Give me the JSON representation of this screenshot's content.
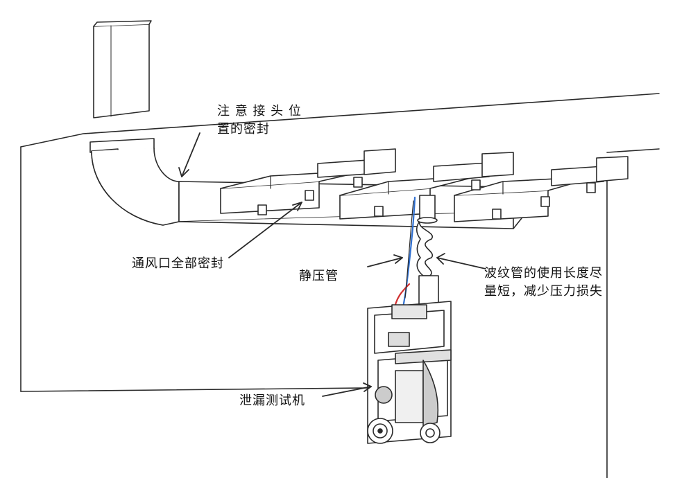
{
  "labels": {
    "joint_seal_line1": "注 意 接 头 位",
    "joint_seal_line2": "置的密封",
    "vents_sealed": "通风口全部密封",
    "static_pressure_tube": "静压管",
    "bellows_line1": "波纹管的使用长度尽",
    "bellows_line2": "量短，减少压力损失",
    "leak_tester": "泄漏测试机"
  },
  "colors": {
    "line": "#2a2a2a",
    "tube_blue": "#2f6fd0",
    "tube_red": "#d03030"
  }
}
